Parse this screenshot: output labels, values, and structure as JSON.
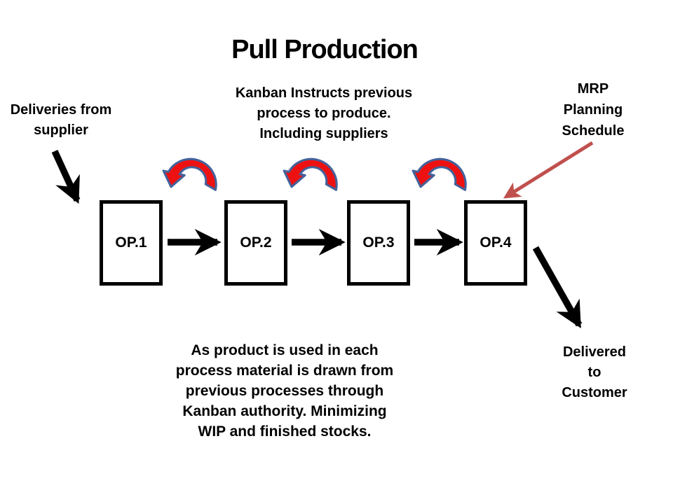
{
  "slide": {
    "title": "Pull Production"
  },
  "annotations": {
    "deliveries_from_supplier": "Deliveries from\nsupplier",
    "kanban_note": "Kanban Instructs previous\nprocess to produce.\nIncluding suppliers",
    "mrp_note": "MRP\nPlanning\nSchedule",
    "delivered_to_customer": "Delivered to\nCustomer",
    "pull_summary": "As product is used in each\nprocess material is drawn from\nprevious processes through\nKanban authority. Minimizing\nWIP and finished stocks."
  },
  "process_boxes": [
    {
      "label": "OP.1"
    },
    {
      "label": "OP.2"
    },
    {
      "label": "OP.3"
    },
    {
      "label": "OP.4"
    }
  ],
  "icons": {
    "kanban_arrow": "curved-back-arrow-icon",
    "flow_arrow": "right-arrow-icon",
    "supplier_arrow": "down-right-arrow-icon",
    "customer_arrow": "down-right-arrow-icon",
    "mrp_arrow": "thin-down-left-arrow-icon"
  },
  "colors": {
    "ink": "#000000",
    "background": "#ffffff",
    "kanban_arrow_fill": "#ee1111",
    "kanban_arrow_outline": "#44629b",
    "mrp_arrow": "#c0504d"
  }
}
